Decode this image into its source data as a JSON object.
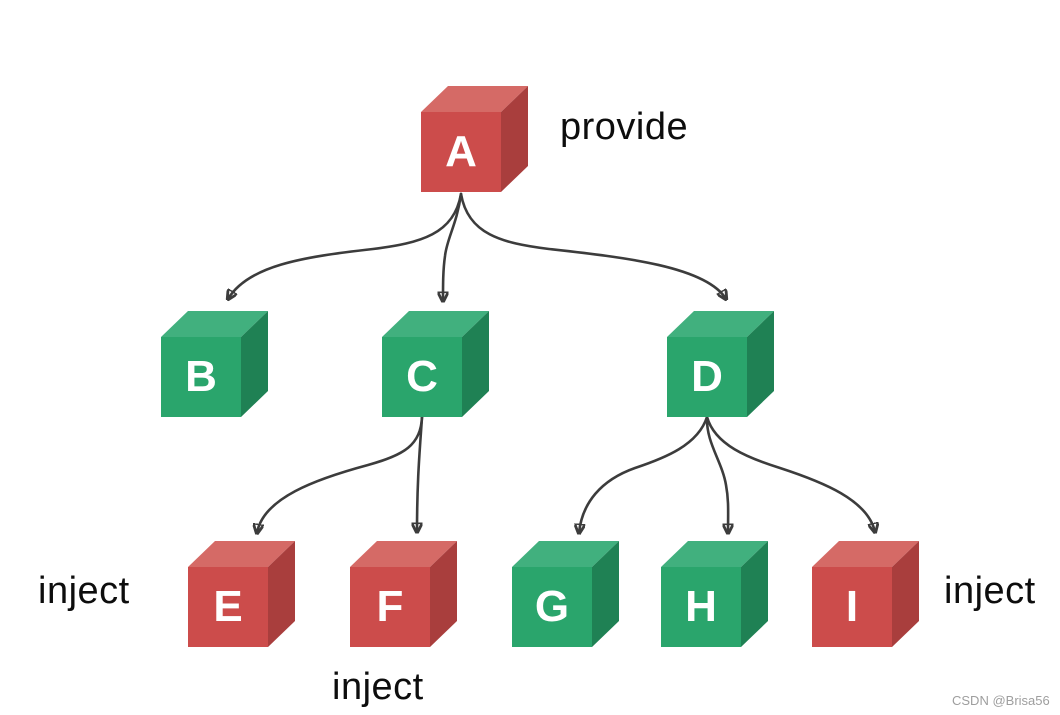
{
  "labels": {
    "provide": "provide",
    "inject_left": "inject",
    "inject_bottom": "inject",
    "inject_right": "inject"
  },
  "nodes": {
    "A": {
      "label": "A",
      "color": "red"
    },
    "B": {
      "label": "B",
      "color": "green"
    },
    "C": {
      "label": "C",
      "color": "green"
    },
    "D": {
      "label": "D",
      "color": "green"
    },
    "E": {
      "label": "E",
      "color": "red"
    },
    "F": {
      "label": "F",
      "color": "red"
    },
    "G": {
      "label": "G",
      "color": "green"
    },
    "H": {
      "label": "H",
      "color": "green"
    },
    "I": {
      "label": "I",
      "color": "red"
    }
  },
  "edges": [
    "A→B",
    "A→C",
    "A→D",
    "C→E",
    "C→F",
    "D→G",
    "D→H",
    "D→I"
  ],
  "watermark": "CSDN @Brisa56",
  "colors": {
    "background": "#ffffff",
    "arrow": "#3c3c3c",
    "label-text": "#0d0d0d",
    "letter-text": "#ffffff",
    "watermark-text": "#9e9e9e",
    "cube-red-front": "#cc4c4b",
    "cube-red-top": "#d56a66",
    "cube-red-side": "#a93e3d",
    "cube-green-front": "#2aa56c",
    "cube-green-top": "#41b07e",
    "cube-green-side": "#1f8154"
  }
}
